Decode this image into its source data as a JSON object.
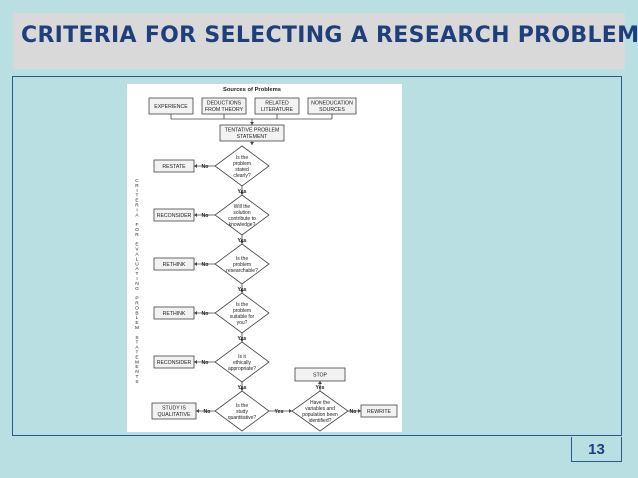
{
  "slide": {
    "title": "CRITERIA FOR SELECTING A RESEARCH PROBLEM",
    "page_number": "13"
  },
  "figure": {
    "heading": "Sources of Problems",
    "sources": [
      [
        "EXPERIENCE"
      ],
      [
        "DEDUCTIONS",
        "FROM THEORY"
      ],
      [
        "RELATED",
        "LITERATURE"
      ],
      [
        "NONEDUCATION",
        "SOURCES"
      ]
    ],
    "tentative": [
      "TENTATIVE PROBLEM",
      "STATEMENT"
    ],
    "criteria_letters": [
      "C",
      "R",
      "I",
      "T",
      "E",
      "R",
      "I",
      "A",
      "",
      "F",
      "O",
      "R",
      "",
      "E",
      "V",
      "A",
      "L",
      "U",
      "A",
      "T",
      "I",
      "N",
      "G",
      "",
      "P",
      "R",
      "O",
      "B",
      "L",
      "E",
      "M",
      "",
      "S",
      "T",
      "A",
      "T",
      "E",
      "M",
      "E",
      "N",
      "T",
      "S"
    ],
    "steps": [
      {
        "question": [
          "Is the",
          "problem",
          "stated",
          "clearly?"
        ],
        "outcome": [
          "RESTATE"
        ],
        "no": "No",
        "yes": "Yes"
      },
      {
        "question": [
          "Will the",
          "solution",
          "contribute to",
          "knowledge?"
        ],
        "outcome": [
          "RECONSIDER"
        ],
        "no": "No",
        "yes": "Yes"
      },
      {
        "question": [
          "Is the",
          "problem",
          "researchable?"
        ],
        "outcome": [
          "RETHINK"
        ],
        "no": "No",
        "yes": "Yes"
      },
      {
        "question": [
          "Is the",
          "problem",
          "suitable for",
          "you?"
        ],
        "outcome": [
          "RETHINK"
        ],
        "no": "No",
        "yes": "Yes"
      },
      {
        "question": [
          "Is it",
          "ethically",
          "appropriate?"
        ],
        "outcome": [
          "RECONSIDER"
        ],
        "no": "No",
        "yes": "Yes"
      }
    ],
    "final": {
      "question": [
        "Is the",
        "study",
        "quantitative?"
      ],
      "outcome": [
        "STUDY IS",
        "QUALITATIVE"
      ],
      "no": "No",
      "yes": "Yes"
    },
    "variables": {
      "question": [
        "Have the",
        "variables and",
        "population been",
        "identified?"
      ],
      "no_outcome": [
        "REWRITE"
      ],
      "no": "No",
      "yes_outcome": [
        "STOP"
      ],
      "yes": "Yes"
    }
  }
}
